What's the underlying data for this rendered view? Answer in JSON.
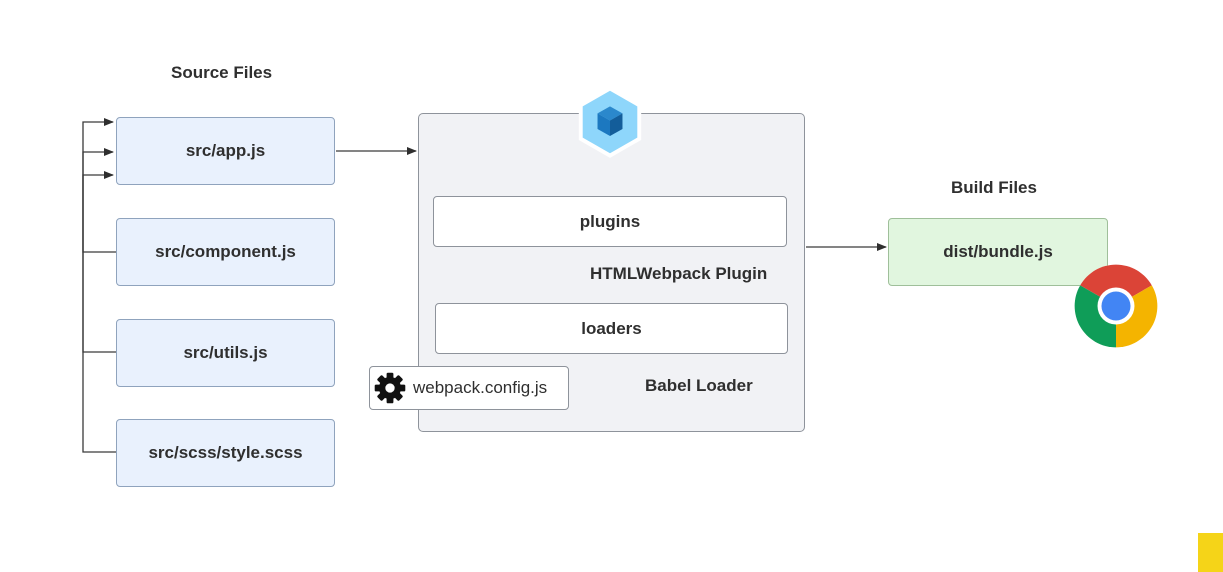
{
  "diagram": {
    "source_heading": "Source Files",
    "build_heading": "Build Files",
    "source_files": [
      "src/app.js",
      "src/component.js",
      "src/utils.js",
      "src/scss/style.scss"
    ],
    "webpack": {
      "logo_icon": "webpack-cube-icon",
      "plugins_label": "plugins",
      "plugin_name": "HTMLWebpack Plugin",
      "loaders_label": "loaders",
      "loader_name": "Babel Loader",
      "config_file": "webpack.config.js",
      "config_icon": "gear-icon"
    },
    "build_file": "dist/bundle.js",
    "browser_icon": "chrome-icon"
  },
  "colors": {
    "source_fill": "#e9f1fd",
    "build_fill": "#e1f6df",
    "panel_fill": "#f1f2f5",
    "webpack_blue_light": "#8ed6fb",
    "webpack_blue_dark": "#1c78c0",
    "accent_yellow": "#f5d418"
  }
}
